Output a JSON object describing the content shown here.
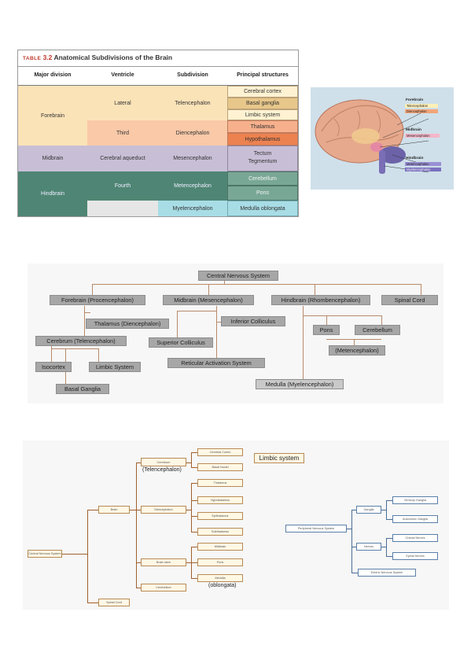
{
  "table": {
    "tag": "TABLE",
    "number": "3.2",
    "title": "Anatomical Subdivisions of the Brain",
    "headers": [
      "Major division",
      "Ventricle",
      "Subdivision",
      "Principal structures"
    ],
    "major": {
      "forebrain": "Forebrain",
      "midbrain": "Midbrain",
      "hindbrain": "Hindbrain"
    },
    "ventricle": {
      "lateral": "Lateral",
      "third": "Third",
      "aqueduct": "Cerebral aqueduct",
      "fourth": "Fourth"
    },
    "subdivision": {
      "tel": "Telencephalon",
      "di": "Diencephalon",
      "mes": "Mesencephalon",
      "met": "Metencephalon",
      "myel": "Myelencephalon"
    },
    "structures": {
      "cc": "Cerebral cortex",
      "bg": "Basal ganglia",
      "ls": "Limbic system",
      "th": "Thalamus",
      "hy": "Hypothalamus",
      "tectum": "Tectum",
      "tegmentum": "Tegmentum",
      "cb": "Cerebellum",
      "pons": "Pons",
      "mo": "Medulla oblongata"
    }
  },
  "brain_legend": {
    "forebrain": "Forebrain",
    "telencephalon": "Telencephalon",
    "diencephalon": "Diencephalon",
    "midbrain": "Midbrain",
    "mesencephalon": "Mesencephalon",
    "hindbrain": "Hindbrain",
    "metencephalon": "Metencephalon",
    "myelencephalon": "Myelencephalon"
  },
  "diagram1": {
    "cns": "Central Nervous System",
    "forebrain": "Forebrain (Procencephalon)",
    "midbrain": "Midbrain (Mesencephalon)",
    "hindbrain": "Hindbrain (Rhombencephalon)",
    "spinal": "Spinal Cord",
    "thalamus": "Thalamus (Diencephalon)",
    "cerebrum": "Cerebrum (Telencephalon)",
    "inferior": "Inferior Colliculus",
    "superior": "Superior Colliculus",
    "reticular": "Reticular Activation System",
    "pons": "Pons",
    "cerebellum": "Cerebellum",
    "meten": "(Metencephalon)",
    "isocortex": "Isocortex",
    "limbic": "Limbic System",
    "basal": "Basal Ganglia",
    "medulla": "Medulla (Myelencephalon)"
  },
  "diagram2": {
    "cns": "Central Nervous System",
    "brain": "Brain",
    "spinal": "Spinal Cord",
    "cerebrum": "Cerebrum",
    "tel_note": "(Telencephalon)",
    "diencephalon": "Diencephalon",
    "brainstem": "Brain stem",
    "cerebellum": "Cerebellum",
    "cortex": "Cerebral Cortex",
    "basal": "Basal Nuclei",
    "limbic": "Limbic system",
    "thalamus": "Thalamus",
    "hypothalamus": "Hypothalamus",
    "epithalamus": "Epithalamus",
    "subthalamus": "Subthalamus",
    "midbrain": "Midbrain",
    "pons": "Pons",
    "medulla": "Medulla",
    "oblongata_note": "(oblongata)",
    "pns": "Peripheral Nervous System",
    "ganglia": "Ganglia",
    "nerves": "Nerves",
    "enteric": "Enteric Nervous System",
    "sensory": "Sensory Ganglia",
    "autonomic": "Autonomic Ganglia",
    "cranial": "Cranial Nerves",
    "spinal_nerves": "Spinal Nerves"
  }
}
